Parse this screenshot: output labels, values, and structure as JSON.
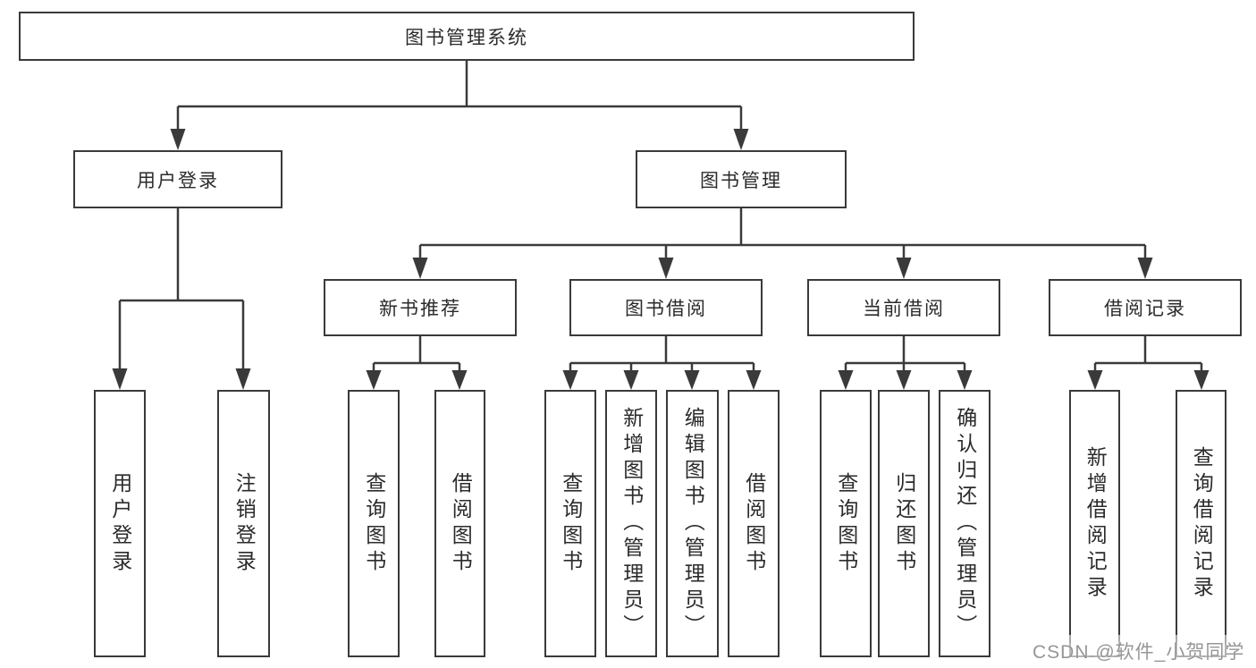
{
  "diagram": {
    "type": "hierarchy-tree",
    "title": "图书管理系统",
    "colors": {
      "background": "#ffffff",
      "box_border": "#3a3a3a",
      "connector_line": "#3a3a3a",
      "text": "#2b2b2b",
      "watermark_text": "#969696"
    }
  },
  "tree": {
    "label": "图书管理系统",
    "children": [
      {
        "label": "用户登录",
        "children": [
          {
            "label": "用户登录"
          },
          {
            "label": "注销登录"
          }
        ]
      },
      {
        "label": "图书管理",
        "children": [
          {
            "label": "新书推荐",
            "children": [
              {
                "label": "查询图书"
              },
              {
                "label": "借阅图书"
              }
            ]
          },
          {
            "label": "图书借阅",
            "children": [
              {
                "label": "查询图书"
              },
              {
                "label": "新增图书（管理员）"
              },
              {
                "label": "编辑图书（管理员）"
              },
              {
                "label": "借阅图书"
              }
            ]
          },
          {
            "label": "当前借阅",
            "children": [
              {
                "label": "查询图书"
              },
              {
                "label": "归还图书"
              },
              {
                "label": "确认归还（管理员）"
              }
            ]
          },
          {
            "label": "借阅记录",
            "children": [
              {
                "label": "新增借阅记录"
              },
              {
                "label": "查询借阅记录"
              }
            ]
          }
        ]
      }
    ]
  },
  "watermark": {
    "text": "CSDN @软件_小贺同学"
  }
}
